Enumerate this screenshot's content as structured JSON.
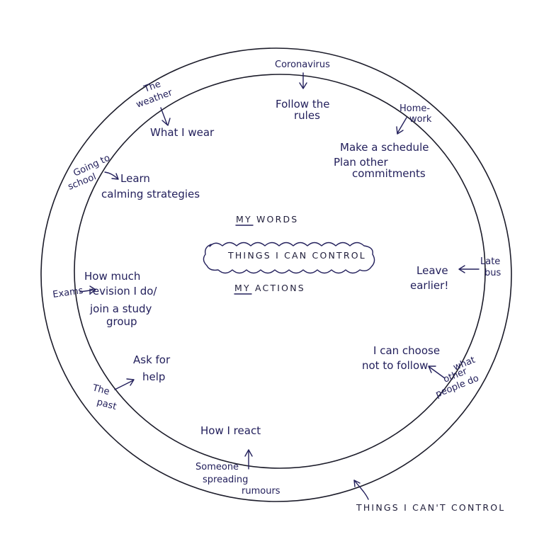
{
  "center": {
    "title": "THINGS I CAN CONTROL",
    "words": "MY WORDS",
    "actions": "MY ACTIONS"
  },
  "outer_label": "THINGS I CAN'T CONTROL",
  "pairs": [
    {
      "id": "coronavirus",
      "outside": [
        "Coronavirus"
      ],
      "inside": [
        "Follow the",
        "rules"
      ]
    },
    {
      "id": "weather",
      "outside": [
        "The",
        "weather"
      ],
      "inside": [
        "What I wear"
      ]
    },
    {
      "id": "homework",
      "outside": [
        "Home-",
        "work"
      ],
      "inside": [
        "Make a schedule",
        "Plan other",
        "commitments"
      ]
    },
    {
      "id": "school",
      "outside": [
        "Going to",
        "school"
      ],
      "inside": [
        "Learn",
        "calming strategies"
      ]
    },
    {
      "id": "latebus",
      "outside": [
        "Late",
        "bus"
      ],
      "inside": [
        "Leave",
        "earlier!"
      ]
    },
    {
      "id": "exams",
      "outside": [
        "Exams"
      ],
      "inside": [
        "How much",
        "revision I do/",
        "join a study",
        "group"
      ]
    },
    {
      "id": "others",
      "outside": [
        "what",
        "other",
        "people do"
      ],
      "inside": [
        "I can choose",
        "not to follow"
      ]
    },
    {
      "id": "past",
      "outside": [
        "The",
        "past"
      ],
      "inside": [
        "Ask for",
        "help"
      ]
    },
    {
      "id": "rumours",
      "outside": [
        "Someone",
        "spreading",
        "rumours"
      ],
      "inside": [
        "How I react"
      ]
    }
  ],
  "colors": {
    "ink": "#23205c",
    "circle": "#1c1c2a"
  }
}
